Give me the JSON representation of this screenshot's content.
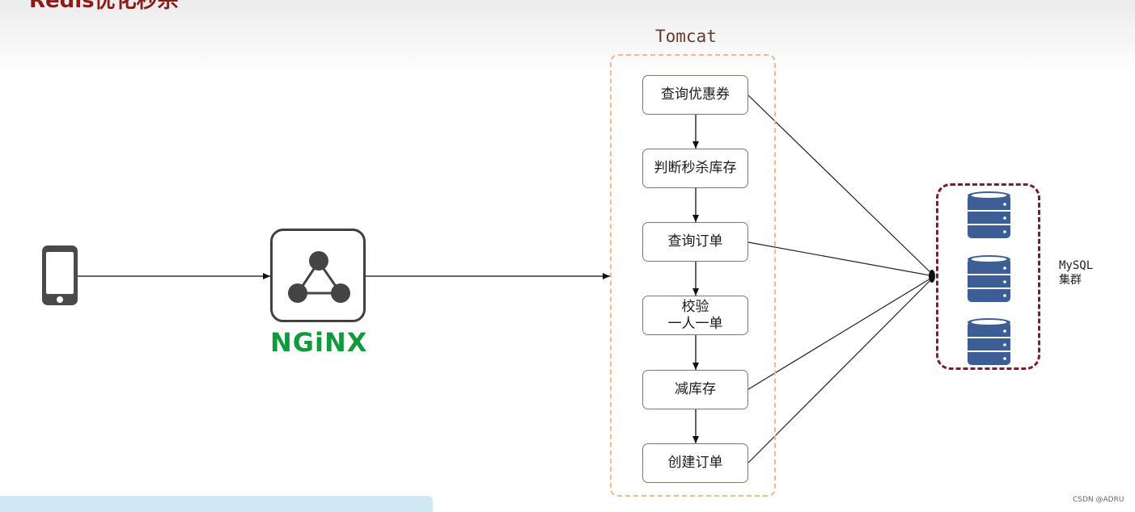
{
  "page": {
    "title": "Redis优化秒杀",
    "watermark": "CSDN @ADRU"
  },
  "client": {
    "icon": "smartphone-icon"
  },
  "nginx": {
    "icon": "nginx-triangle-icon",
    "logo_text": "NGiNX",
    "logo_color": "#119a3c"
  },
  "tomcat": {
    "title": "Tomcat",
    "steps": [
      {
        "label": "查询优惠券"
      },
      {
        "label": "判断秒杀库存"
      },
      {
        "label": "查询订单"
      },
      {
        "label": "校验\n一人一单"
      },
      {
        "label": "减库存"
      },
      {
        "label": "创建订单"
      }
    ]
  },
  "database": {
    "label_line1": "MySQL",
    "label_line2": "集群",
    "icon": "database-icon",
    "color": "#3d5e94",
    "frame_color": "#7a1f2a"
  },
  "colors": {
    "title": "#8b1a1a",
    "tomcat_frame": "#f0b98a",
    "step_border": "#8d7469"
  }
}
